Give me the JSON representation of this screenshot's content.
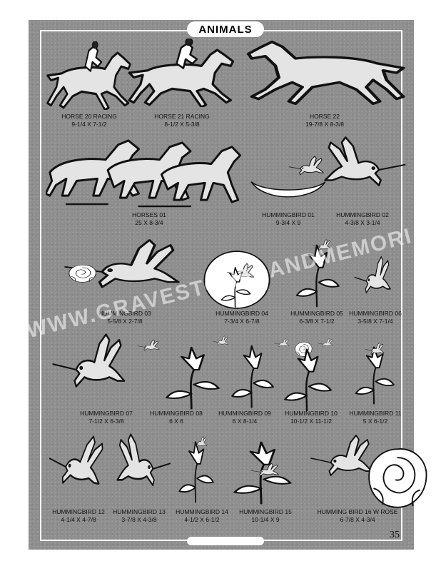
{
  "page": {
    "title": "ANIMALS",
    "page_number": "35",
    "watermark": "WWW.GRAVESTONESANDMEMORIALS.COM"
  },
  "items": [
    {
      "name": "HORSE 20 RACING",
      "size": "9-1/4 X 7-1/2"
    },
    {
      "name": "HORSE 21 RACING",
      "size": "8-1/2 X 5-3/8"
    },
    {
      "name": "HORSE 22",
      "size": "19-7/8 X 8-3/8"
    },
    {
      "name": "HORSES 01",
      "size": "25 X 8-3/4"
    },
    {
      "name": "HUMMINGBIRD 01",
      "size": "9-3/4 X 9"
    },
    {
      "name": "HUMMINGBIRD 02",
      "size": "4-3/8 X 3-1/4"
    },
    {
      "name": "HUMMINGBIRD 03",
      "size": "5-5/8 X 2-7/8"
    },
    {
      "name": "HUMMINGBIRD 04",
      "size": "7-3/4 X 6-7/8"
    },
    {
      "name": "HUMMINGBIRD 05",
      "size": "6-3/8 X 7-1/2"
    },
    {
      "name": "HUMMINGBIRD 06",
      "size": "3-5/8 X 7-1/4"
    },
    {
      "name": "HUMMINGBIRD 07",
      "size": "7-1/2 X 6-3/8"
    },
    {
      "name": "HUMMINGBIRD 08",
      "size": "6 X 6"
    },
    {
      "name": "HUMMINGBIRD 09",
      "size": "6 X 8-1/4"
    },
    {
      "name": "HUMMINGBIRD 10",
      "size": "10-1/2 X 11-1/2"
    },
    {
      "name": "HUMMINGBIRD 11",
      "size": "5 X 6-1/2"
    },
    {
      "name": "HUMMINGBIRD 12",
      "size": "4-1/4 X 4-7/8"
    },
    {
      "name": "HUMMINGBIRD 13",
      "size": "3-7/8 X 4-3/8"
    },
    {
      "name": "HUMMINGBIRD 14",
      "size": "4-1/2 X 6-1/2"
    },
    {
      "name": "HUMMINGBIRD 15",
      "size": "10-1/4 X 9"
    },
    {
      "name": "HUMMING BIRD 16 W ROSE",
      "size": "6-7/8 X 4-3/4"
    }
  ]
}
